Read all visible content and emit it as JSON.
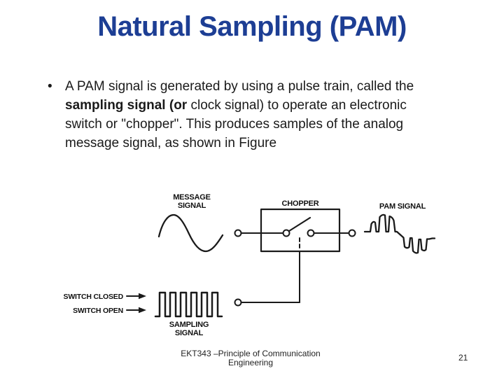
{
  "slide": {
    "title": "Natural Sampling (PAM)",
    "bullet": {
      "marker": "•",
      "part1": "A PAM signal is generated by using a pulse train, called the ",
      "part2_bold": "sampling signal (or ",
      "part3": "clock signal) to operate an electronic switch or \"chopper\". This produces samples of the analog message signal, as shown in Figure"
    },
    "footer": {
      "course_line1": "EKT343 –Principle of Communication",
      "course_line2": "Engineering",
      "page_number": "21"
    }
  },
  "diagram": {
    "message_label": [
      "MESSAGE",
      "SIGNAL"
    ],
    "chopper_label": "CHOPPER",
    "pam_label": "PAM SIGNAL",
    "switch_closed_label": "SWITCH CLOSED",
    "switch_open_label": "SWITCH OPEN",
    "sampling_label": [
      "SAMPLING",
      "SIGNAL"
    ]
  },
  "colors": {
    "title_blue": "#1d3e94",
    "ink": "#1a1a1a"
  }
}
